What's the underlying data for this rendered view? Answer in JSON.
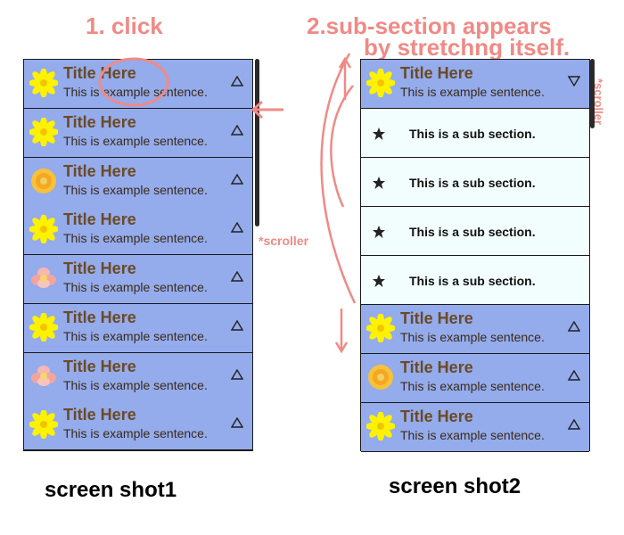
{
  "annotations": {
    "step1": "1. click",
    "step2_line1": "2.sub-section appears",
    "step2_line2": "by stretchng itself.",
    "scroller_left": "*scroller",
    "scroller_right": "*scroller"
  },
  "captions": {
    "left": "screen shot1",
    "right": "screen shot2"
  },
  "screen1": {
    "items": [
      {
        "title": "Title Here",
        "sentence": "This is example sentence.",
        "icon": "yellow-flower-icon"
      },
      {
        "title": "Title Here",
        "sentence": "This is example sentence.",
        "icon": "yellow-flower-icon"
      },
      {
        "title": "Title Here",
        "sentence": "This is example sentence.",
        "icon": "orange-rose-icon"
      },
      {
        "title": "Title Here",
        "sentence": "This is example sentence.",
        "icon": "yellow-flower-icon"
      },
      {
        "title": "Title Here",
        "sentence": "This is example sentence.",
        "icon": "pink-flower-icon"
      },
      {
        "title": "Title Here",
        "sentence": "This is example sentence.",
        "icon": "yellow-flower-icon"
      },
      {
        "title": "Title Here",
        "sentence": "This is example sentence.",
        "icon": "pink-flower-icon"
      },
      {
        "title": "Title Here",
        "sentence": "This is example sentence.",
        "icon": "yellow-flower-icon"
      }
    ]
  },
  "screen2": {
    "header": {
      "title": "Title Here",
      "sentence": "This is example sentence.",
      "icon": "yellow-flower-icon"
    },
    "sub_items": [
      "This is a sub section.",
      "This is a sub section.",
      "This is a sub section.",
      "This is a sub section."
    ],
    "items": [
      {
        "title": "Title Here",
        "sentence": "This is example sentence.",
        "icon": "yellow-flower-icon"
      },
      {
        "title": "Title Here",
        "sentence": "This is example sentence.",
        "icon": "orange-rose-icon"
      },
      {
        "title": "Title Here",
        "sentence": "This is example sentence.",
        "icon": "yellow-flower-icon"
      }
    ]
  },
  "colors": {
    "row_bg": "#94abec",
    "sub_bg": "#f2fefd",
    "title_text": "#6b4a24",
    "annotation": "#f08a86"
  }
}
